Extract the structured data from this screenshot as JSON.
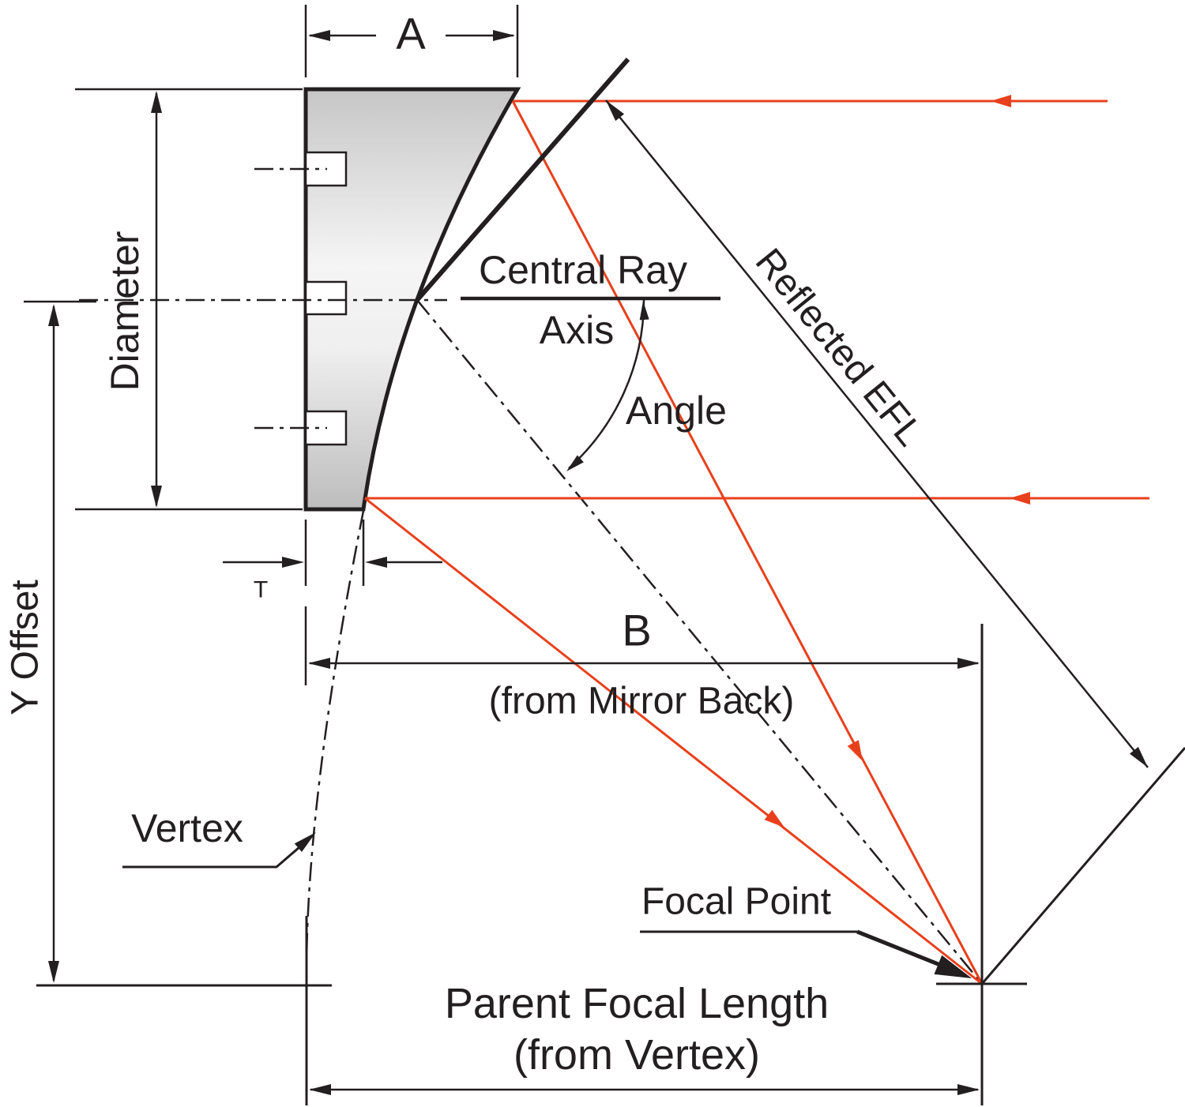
{
  "labels": {
    "a": "A",
    "diameter": "Diameter",
    "y_offset": "Y Offset",
    "t": "T",
    "central_ray": "Central Ray",
    "axis": "Axis",
    "angle": "Angle",
    "reflected_efl": "Reflected EFL",
    "b": "B",
    "b_subtitle": "(from Mirror Back)",
    "vertex": "Vertex",
    "focal_point": "Focal Point",
    "parent_focal_length": "Parent Focal Length",
    "pfl_subtitle": "(from Vertex)"
  },
  "colors": {
    "line": "#231f20",
    "ray": "#e8401c",
    "mirror_top": "#c9c9c9",
    "mirror_mid": "#f5f5f5",
    "mirror_bottom": "#bdbdbd",
    "background": "#ffffff"
  }
}
